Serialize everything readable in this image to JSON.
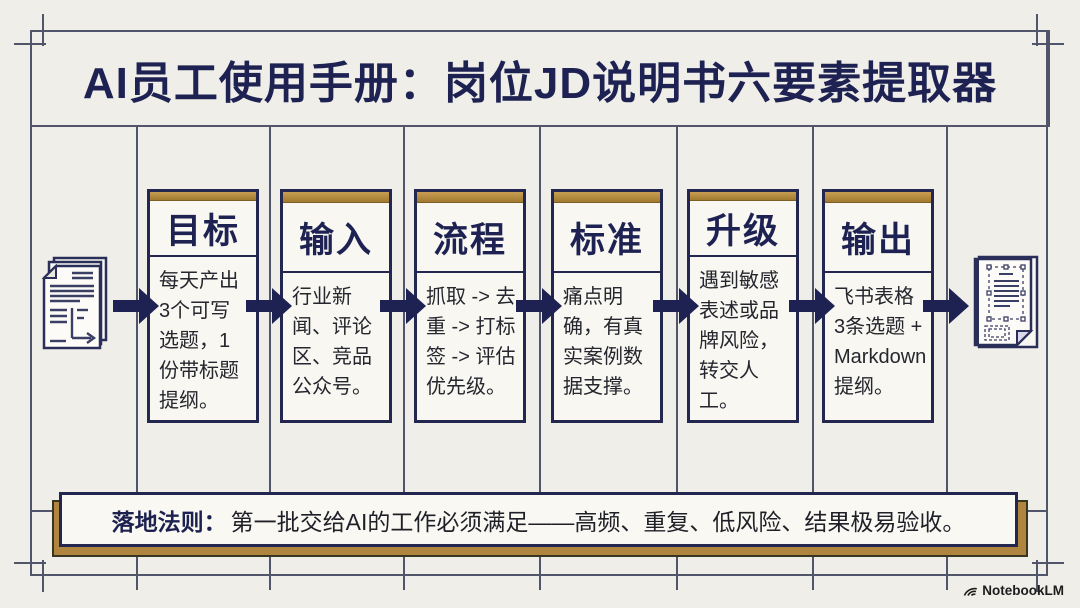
{
  "title": "AI员工使用手册：岗位JD说明书六要素提取器",
  "flow": {
    "cards": [
      {
        "title": "目标",
        "body": "每天产出3个可写选题，1份带标题提纲。"
      },
      {
        "title": "输入",
        "body": "行业新闻、评论区、竞品公众号。"
      },
      {
        "title": "流程",
        "body": "抓取 -> 去重 -> 打标签 -> 评估优先级。"
      },
      {
        "title": "标准",
        "body": "痛点明确，有真实案例数据支撑。"
      },
      {
        "title": "升级",
        "body": "遇到敏感表述或品牌风险，转交人工。"
      },
      {
        "title": "输出",
        "body": "飞书表格3条选题 + Markdown提纲。"
      }
    ]
  },
  "banner": {
    "label": "落地法则：",
    "text": "第一批交给AI的工作必须满足——高频、重复、低风险、结果极易验收。"
  },
  "watermark": "NotebookLM",
  "icons": {
    "source_documents": "stacked-pages-icon",
    "output_document": "page-with-selection-frame-icon",
    "flow_arrow": "right-block-arrow-icon",
    "notebooklm_logo": "arc-fan-icon"
  },
  "colors": {
    "background": "#efeee8",
    "navy": "#1e2252",
    "gold": "#b0853f",
    "card_background": "#f8f7f1",
    "banner_background": "#f9f8f2",
    "grid_line": "#51556b"
  }
}
